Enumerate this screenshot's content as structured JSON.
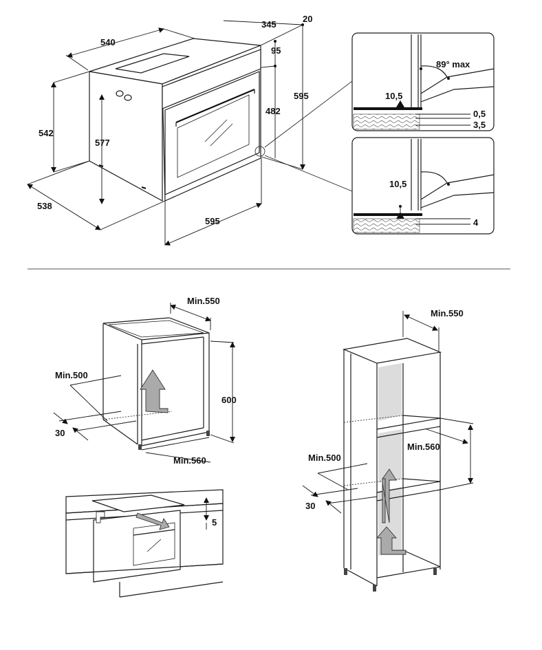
{
  "oven_dimensions": {
    "width_top": "540",
    "depth_top": "345",
    "door_gap": "20",
    "panel_height": "95",
    "total_height_right": "595",
    "inner_height": "482",
    "side_height": "542",
    "body_height": "577",
    "depth_bottom": "538",
    "width_bottom": "595"
  },
  "detail_views": {
    "top": {
      "angle": "89° max",
      "gap": "10,5",
      "val_a": "0,5",
      "val_b": "3,5"
    },
    "bottom": {
      "gap": "10,5",
      "val": "4"
    }
  },
  "installation": {
    "under_counter": {
      "depth": "Min.550",
      "height": "600",
      "inner_depth": "Min.500",
      "offset": "30",
      "width": "Min.560"
    },
    "column": {
      "depth": "Min.550",
      "inner_depth": "Min.500",
      "offset": "30",
      "width": "Min.560"
    },
    "cooktop": {
      "gap": "5"
    }
  },
  "colors": {
    "line": "#1a1a1a",
    "arrow_fill": "#aaaaaa",
    "panel": "#dcdcdc"
  }
}
